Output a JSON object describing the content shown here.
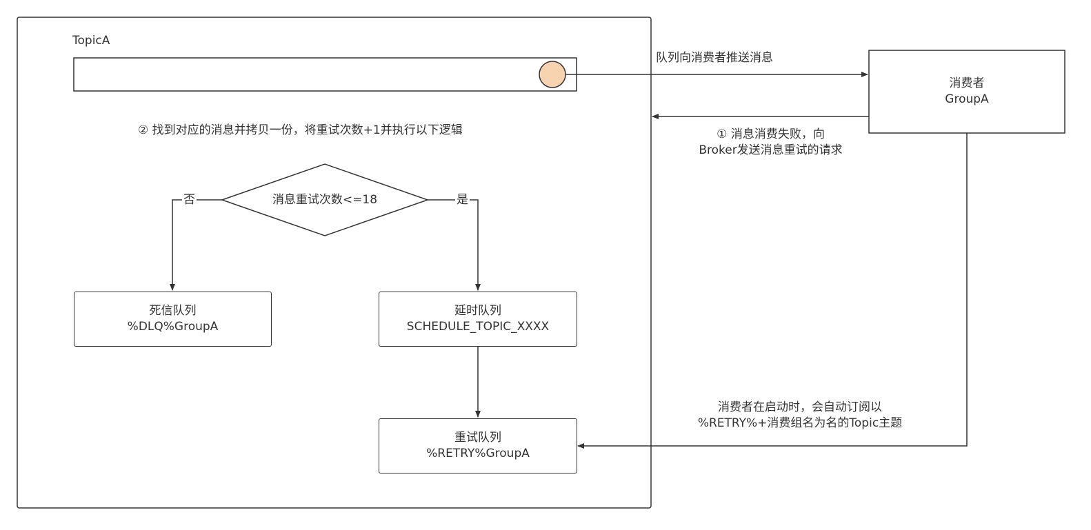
{
  "topic": {
    "title": "TopicA"
  },
  "consumer": {
    "line1": "消费者",
    "line2": "GroupA"
  },
  "push_label": "队列向消费者推送消息",
  "fail_label": {
    "line1": "① 消息消费失败，向",
    "line2": "Broker发送消息重试的请求"
  },
  "step2_label": "② 找到对应的消息并拷贝一份，将重试次数+1并执行以下逻辑",
  "decision": {
    "text": "消息重试次数<=18",
    "no": "否",
    "yes": "是"
  },
  "dlq": {
    "line1": "死信队列",
    "line2": "%DLQ%GroupA"
  },
  "schedule": {
    "line1": "延时队列",
    "line2": "SCHEDULE_TOPIC_XXXX"
  },
  "retry": {
    "line1": "重试队列",
    "line2": "%RETRY%GroupA"
  },
  "subscribe_label": {
    "line1": "消费者在启动时，会自动订阅以",
    "line2": "%RETRY%+消费组名为名的Topic主题"
  },
  "colors": {
    "stroke": "#333333",
    "message_fill": "#f8d3b0"
  }
}
